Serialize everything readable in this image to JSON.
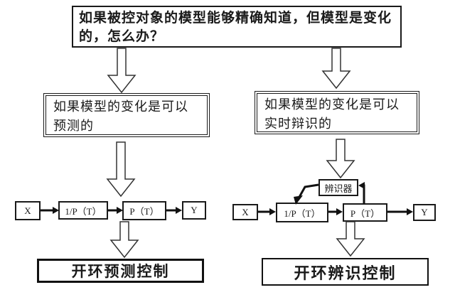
{
  "diagram": {
    "top_question": "如果被控对象的模型能够精确知道，但模型是变化的，怎么办？",
    "left_branch": {
      "condition": "如果模型的变化是可以预测的",
      "flow": {
        "input": "X",
        "inverse_model": "1/P（T）",
        "plant": "P（T）",
        "output": "Y"
      },
      "result": "开环预测控制"
    },
    "right_branch": {
      "condition": "如果模型的变化是可以实时辩识的",
      "identifier_label": "辨识器",
      "flow": {
        "input": "X",
        "inverse_model": "1/P（T）",
        "plant": "P（T）",
        "output": "Y"
      },
      "result": "开环辨识控制"
    },
    "colors": {
      "line": "#1a1a1a",
      "background": "#ffffff"
    }
  }
}
